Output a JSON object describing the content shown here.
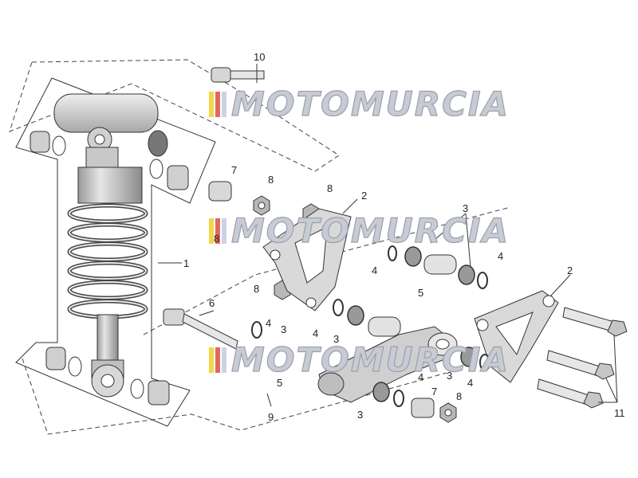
{
  "watermark": {
    "text": "MOTOMURCIA",
    "stripe_colors": [
      "#f2d54a",
      "#e06a5a",
      "#c9d3e8"
    ]
  },
  "callouts": {
    "n1": "1",
    "n2a": "2",
    "n2b": "2",
    "n3a": "3",
    "n3b": "3",
    "n3c": "3",
    "n3d": "3",
    "n3e": "3",
    "n4a": "4",
    "n4b": "4",
    "n4c": "4",
    "n4d": "4",
    "n4e": "4",
    "n4f": "4",
    "n5a": "5",
    "n5b": "5",
    "n6": "6",
    "n7a": "7",
    "n7b": "7",
    "n8a": "8",
    "n8b": "8",
    "n8c": "8",
    "n8d": "8",
    "n8e": "8",
    "n9": "9",
    "n10": "10",
    "n11": "11"
  },
  "colors": {
    "part_light": "#dcdcdc",
    "part_mid": "#b9b9b9",
    "part_dark": "#8e8e8e",
    "line": "#333333"
  }
}
